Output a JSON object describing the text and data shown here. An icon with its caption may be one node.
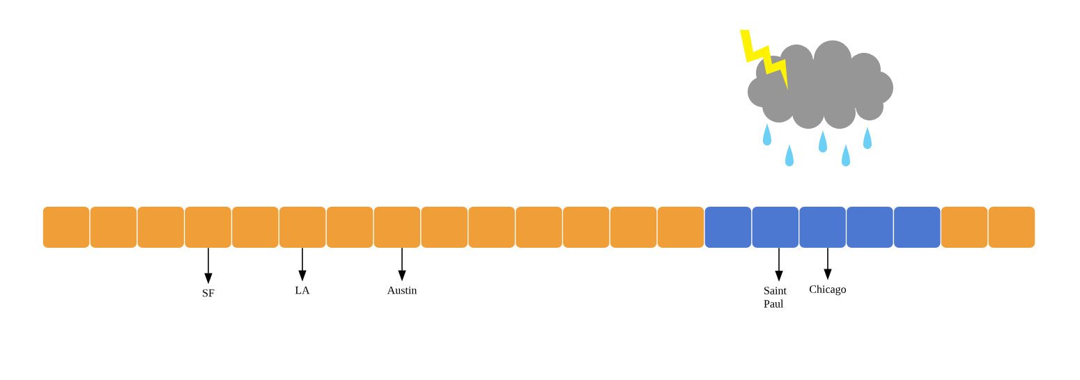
{
  "diagram": {
    "nodes": [
      {
        "text": [],
        "shape": "box"
      },
      {
        "text": [],
        "shape": "box"
      },
      {
        "text": [],
        "shape": "box"
      },
      {
        "text": [],
        "shape": "box"
      },
      {
        "text": [],
        "shape": "box"
      },
      {
        "text": [],
        "shape": "box"
      },
      {
        "text": [],
        "shape": "box"
      },
      {
        "text": [],
        "shape": "box"
      },
      {
        "text": [],
        "shape": "box"
      },
      {
        "text": [],
        "shape": "box"
      },
      {
        "text": [],
        "shape": "box"
      },
      {
        "text": [],
        "shape": "box"
      },
      {
        "text": [],
        "shape": "box"
      },
      {
        "text": [],
        "shape": "box"
      },
      {
        "text": [],
        "shape": "box"
      },
      {
        "text": [],
        "shape": "box"
      },
      {
        "text": [],
        "shape": "box"
      },
      {
        "text": [],
        "shape": "box"
      },
      {
        "text": [],
        "shape": "box"
      },
      {
        "text": [],
        "shape": "box"
      },
      {
        "text": [],
        "shape": "box"
      },
      {
        "text": [
          "SF"
        ]
      },
      {
        "text": [
          "LA"
        ]
      },
      {
        "text": [
          "Austin"
        ]
      },
      {
        "text": [
          "Saint Paul"
        ]
      },
      {
        "text": [
          "Chicago"
        ]
      }
    ],
    "edges": [
      {
        "from": 3,
        "to": 21,
        "arrow": "to"
      },
      {
        "from": 5,
        "to": 22,
        "arrow": "to"
      },
      {
        "from": 7,
        "to": 23,
        "arrow": "to"
      },
      {
        "from": 15,
        "to": 24,
        "arrow": "to"
      },
      {
        "from": 16,
        "to": 25,
        "arrow": "to"
      }
    ]
  }
}
